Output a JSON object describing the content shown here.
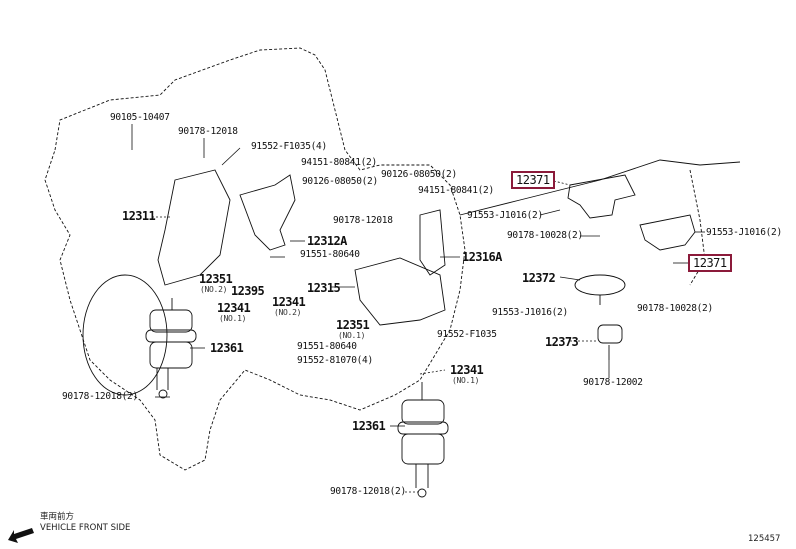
{
  "diagram": {
    "title_ref": "125457",
    "highlight_color": "#8b1a3a",
    "direction": {
      "jp": "車両前方",
      "en": "VEHICLE FRONT SIDE",
      "icon": "arrow-down-left-icon"
    },
    "parts": [
      {
        "id": "p90105-10407",
        "label": "90105-10407"
      },
      {
        "id": "p90178-12018-top",
        "label": "90178-12018"
      },
      {
        "id": "p91552-F1035-4",
        "label": "91552-F1035(4)"
      },
      {
        "id": "p94151-80841-a",
        "label": "94151-80841(2)"
      },
      {
        "id": "p90126-08050-a",
        "label": "90126-08050(2)"
      },
      {
        "id": "p90126-08050-b",
        "label": "90126-08050(2)"
      },
      {
        "id": "p94151-80841-b",
        "label": "94151-80841(2)"
      },
      {
        "id": "p90178-12018-mid",
        "label": "90178-12018"
      },
      {
        "id": "p12311",
        "label": "12311"
      },
      {
        "id": "p12312A",
        "label": "12312A"
      },
      {
        "id": "p91551-80640-a",
        "label": "91551-80640"
      },
      {
        "id": "p12316A",
        "label": "12316A"
      },
      {
        "id": "p12351-no2",
        "label": "12351",
        "sub": "(NO.2)"
      },
      {
        "id": "p12395",
        "label": "12395"
      },
      {
        "id": "p12341-no2",
        "label": "12341",
        "sub": "(NO.2)"
      },
      {
        "id": "p12341-no1-left",
        "label": "12341",
        "sub": "(NO.1)"
      },
      {
        "id": "p12315",
        "label": "12315"
      },
      {
        "id": "p12351-no1",
        "label": "12351",
        "sub": "(NO.1)"
      },
      {
        "id": "p91551-80640-b",
        "label": "91551-80640"
      },
      {
        "id": "p91552-81070",
        "label": "91552-81070(4)"
      },
      {
        "id": "p91552-F1035",
        "label": "91552-F1035"
      },
      {
        "id": "p12361-left",
        "label": "12361"
      },
      {
        "id": "p90178-12018-left",
        "label": "90178-12018(2)"
      },
      {
        "id": "p12341-no1-center",
        "label": "12341",
        "sub": "(NO.1)"
      },
      {
        "id": "p12361-center",
        "label": "12361"
      },
      {
        "id": "p90178-12018-bottom",
        "label": "90178-12018(2)"
      },
      {
        "id": "p12371-top",
        "label": "12371",
        "highlighted": true
      },
      {
        "id": "p91553-J1016-a",
        "label": "91553-J1016(2)"
      },
      {
        "id": "p90178-10028-a",
        "label": "90178-10028(2)"
      },
      {
        "id": "p91553-J1016-b",
        "label": "91553-J1016(2)"
      },
      {
        "id": "p12371-right",
        "label": "12371",
        "highlighted": true
      },
      {
        "id": "p12372",
        "label": "12372"
      },
      {
        "id": "p91553-J1016-c",
        "label": "91553-J1016(2)"
      },
      {
        "id": "p90178-10028-b",
        "label": "90178-10028(2)"
      },
      {
        "id": "p12373",
        "label": "12373"
      },
      {
        "id": "p90178-12002",
        "label": "90178-12002"
      }
    ]
  }
}
